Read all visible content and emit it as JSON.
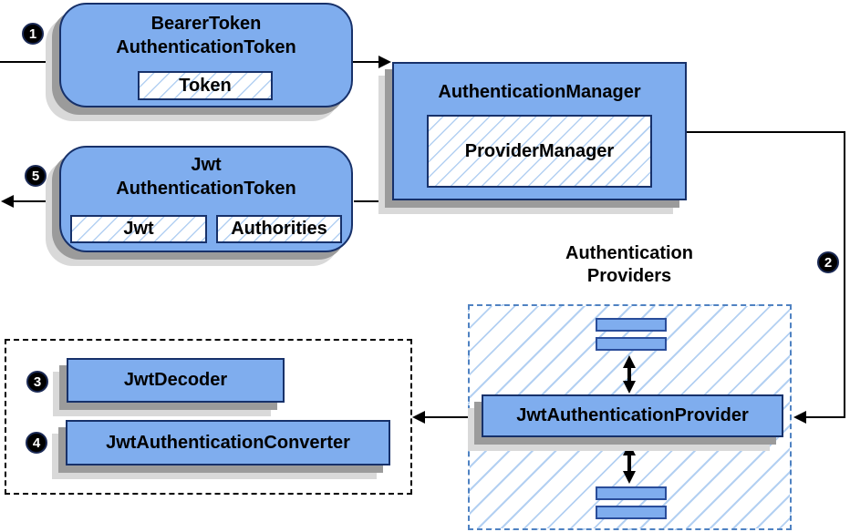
{
  "nodes": {
    "bearer_token": {
      "line1": "BearerToken",
      "line2": "AuthenticationToken",
      "chip": "Token"
    },
    "authentication_manager": {
      "title": "AuthenticationManager",
      "chip": "ProviderManager"
    },
    "jwt_authentication_token": {
      "line1": "Jwt",
      "line2": "AuthenticationToken",
      "chip_jwt": "Jwt",
      "chip_authorities": "Authorities"
    },
    "providers_group_label": {
      "line1": "Authentication",
      "line2": "Providers"
    },
    "jwt_authentication_provider": {
      "title": "JwtAuthenticationProvider"
    },
    "jwt_decoder": {
      "title": "JwtDecoder"
    },
    "jwt_authentication_converter": {
      "title": "JwtAuthenticationConverter"
    }
  },
  "badges": {
    "step_1": "1",
    "step_2": "2",
    "step_3": "3",
    "step_4": "4",
    "step_5": "5"
  },
  "colors": {
    "node_fill": "#7fadee",
    "node_border": "#17316a",
    "hatch_line": "#b3d0f2",
    "providers_dash_border": "#4f82c2",
    "bar_border": "#2a4d9a",
    "shadow_dark": "#9b9b9b",
    "shadow_light": "#d9d9d9",
    "connector": "#000000",
    "badge_bg": "#000000",
    "badge_text": "#ffffff"
  }
}
